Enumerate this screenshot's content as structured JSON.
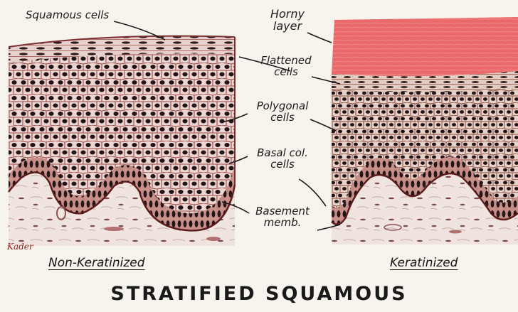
{
  "title": "STRATIFIED SQUAMOUS",
  "captions": {
    "left": "Non-Keratinized",
    "right": "Keratinized"
  },
  "labels": {
    "squamous": "Squamous cells",
    "horny_1": "Horny",
    "horny_2": "layer",
    "flattened_1": "Flattened",
    "flattened_2": "cells",
    "polygonal_1": "Polygonal",
    "polygonal_2": "cells",
    "basal_1": "Basal col.",
    "basal_2": "cells",
    "basement_1": "Basement",
    "basement_2": "memb."
  },
  "signature": "Kader",
  "colors": {
    "horny_layer": "#e8686a",
    "tissue": "#ecd8d4",
    "nucleus": "#1e1418",
    "cell_outline": "#8b3a3a",
    "connective": "#efe4e2",
    "basal_band": "#6a2020"
  }
}
